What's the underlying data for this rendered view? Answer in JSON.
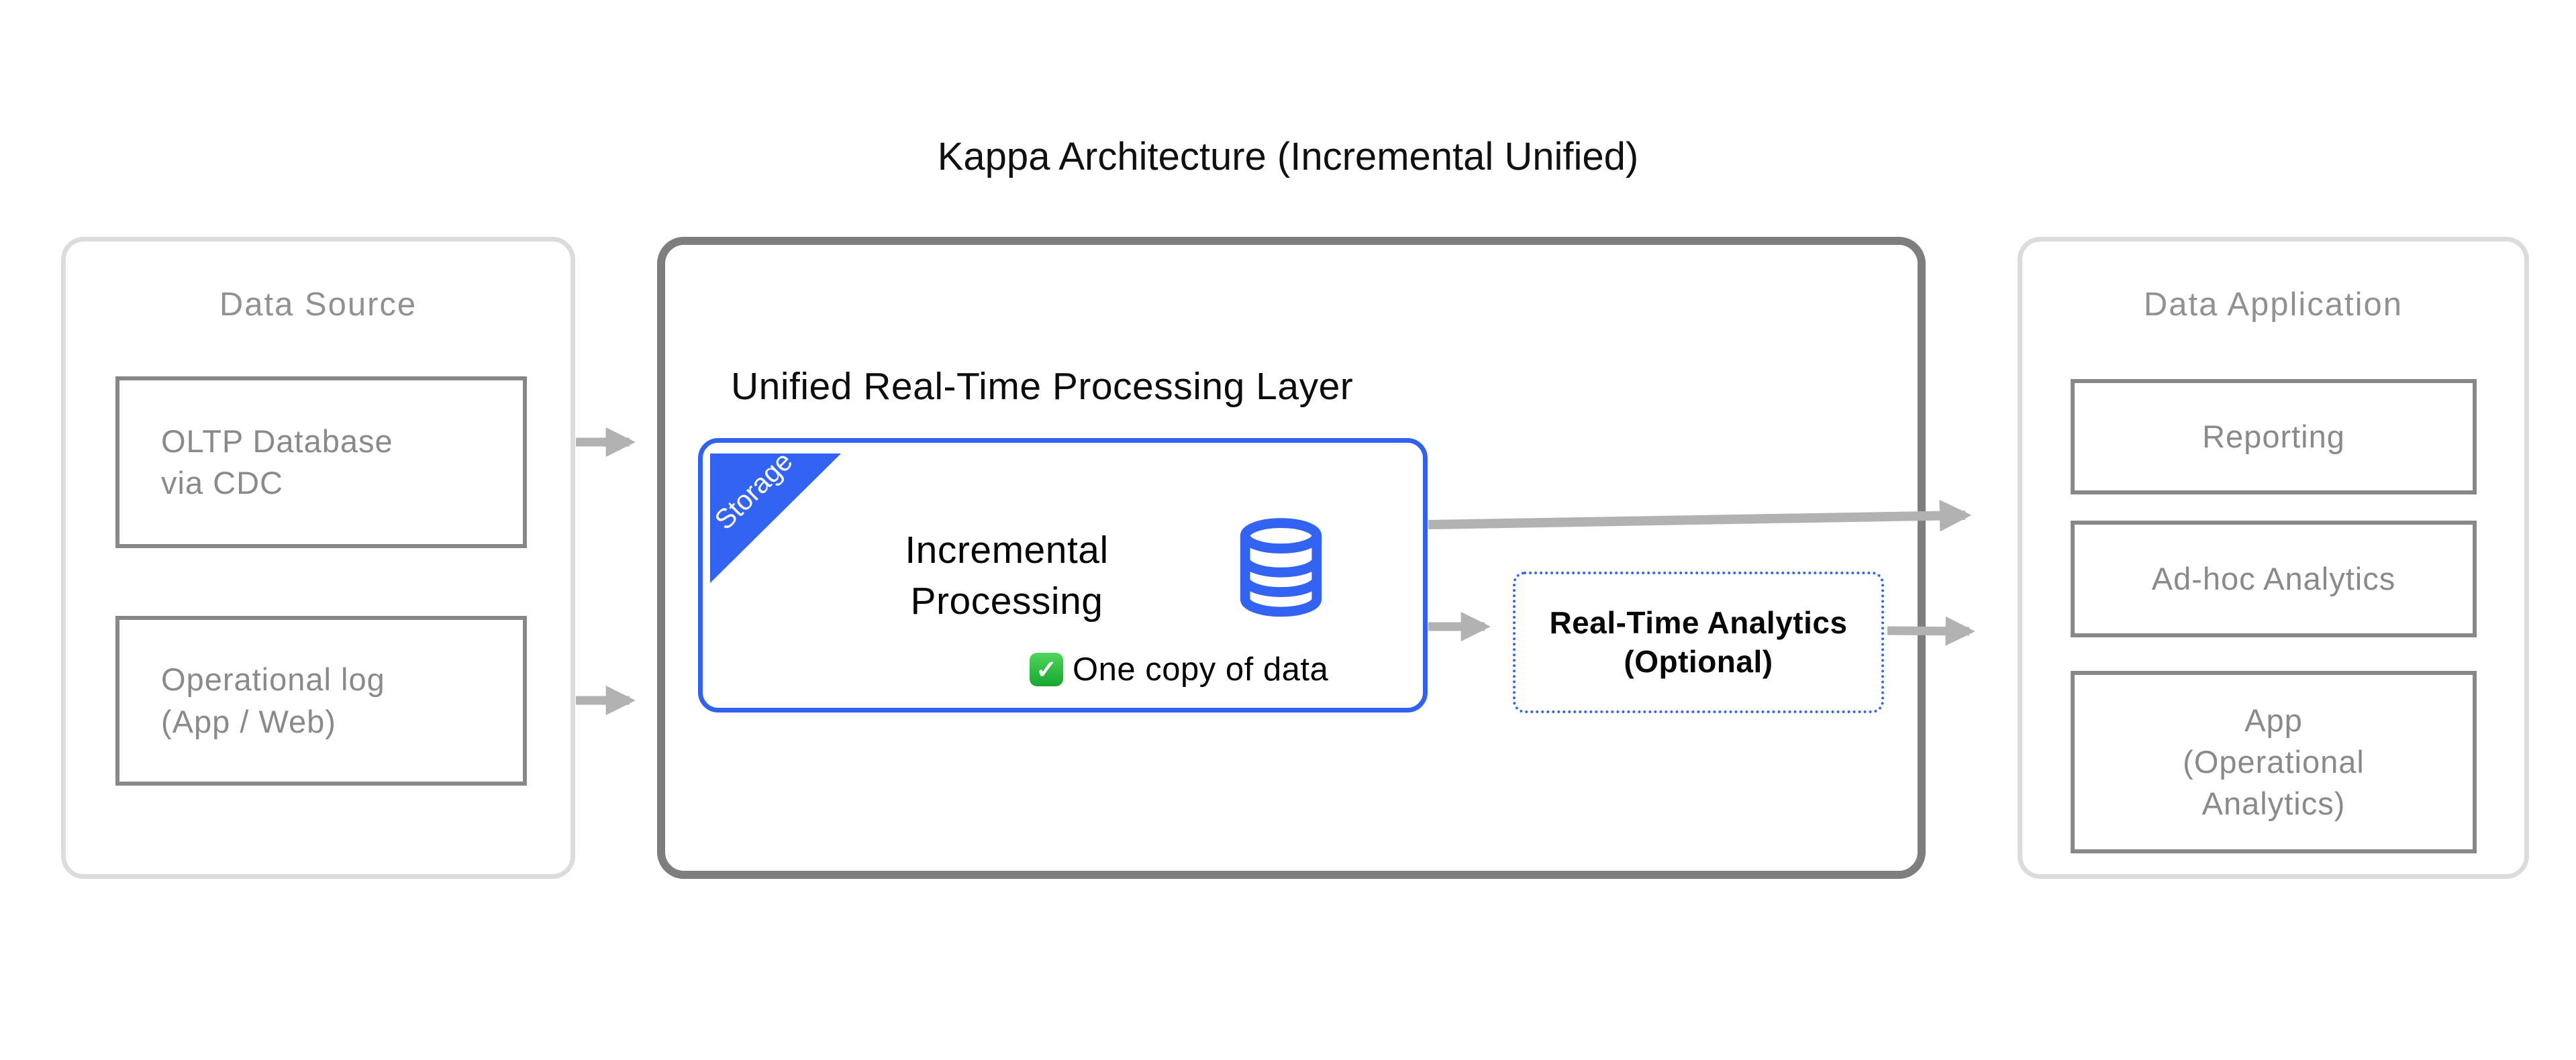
{
  "title": "Kappa Architecture (Incremental Unified)",
  "colors": {
    "accent_blue": "#3263f2",
    "panel_border_light": "#dcdcdc",
    "processing_border": "#7e7e7e",
    "inner_box_border": "#878787",
    "muted_text": "#8a8a8a",
    "arrow_gray": "#b2b2b2",
    "check_green": "#22b14c",
    "black_text": "#0c0c0c"
  },
  "data_source": {
    "title": "Data Source",
    "items": [
      {
        "lines": [
          "OLTP Database",
          "via CDC"
        ]
      },
      {
        "lines": [
          "Operational log",
          "(App / Web)"
        ]
      }
    ]
  },
  "processing_layer": {
    "title": "Unified Real-Time Processing Layer",
    "ribbon": "Storage",
    "core": {
      "lines": [
        "Incremental",
        "Processing"
      ],
      "note": "One copy of data",
      "check_icon": "check-mark-green",
      "db_icon": "database-cylinder"
    },
    "optional": {
      "lines": [
        "Real-Time Analytics",
        "(Optional)"
      ]
    }
  },
  "data_application": {
    "title": "Data Application",
    "items": [
      {
        "lines": [
          "Reporting"
        ]
      },
      {
        "lines": [
          "Ad-hoc Analytics"
        ]
      },
      {
        "lines": [
          "App",
          "(Operational",
          "Analytics)"
        ]
      }
    ]
  }
}
